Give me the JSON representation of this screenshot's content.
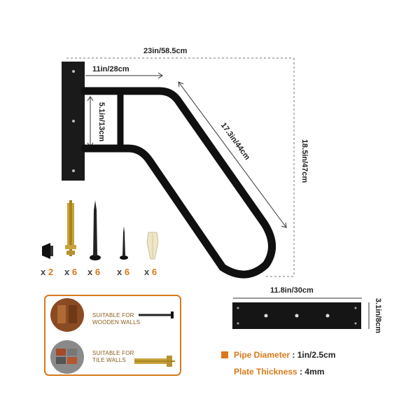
{
  "dimensions": {
    "total_width": "23in/58.5cm",
    "top_bar_length": "11in/28cm",
    "bar_spacing": "5.1in/13cm",
    "diagonal_length": "17.3in/44cm",
    "total_height": "18.5in/47cm",
    "plate_length": "11.8in/30cm",
    "plate_height": "3.1in/8cm"
  },
  "hardware": [
    {
      "name": "screw-cap",
      "prefix": "x",
      "count": "2"
    },
    {
      "name": "expansion-bolt",
      "prefix": "x",
      "count": "6"
    },
    {
      "name": "wood-screw",
      "prefix": "x",
      "count": "6"
    },
    {
      "name": "short-screw",
      "prefix": "x",
      "count": "6"
    },
    {
      "name": "wall-anchor",
      "prefix": "x",
      "count": "6"
    }
  ],
  "suitability": {
    "wooden": [
      "SUITABLE FOR",
      "WOODEN WALLS"
    ],
    "tile": [
      "SUITABLE FOR",
      "TILE WALLS"
    ]
  },
  "specs": [
    {
      "label": "Pipe Diameter",
      "value": "1in/2.5cm"
    },
    {
      "label": "Plate Thickness",
      "value": "4mm"
    }
  ],
  "colors": {
    "accent": "#d87a1a",
    "metal": "#111111",
    "brass": "#c9a23c"
  }
}
